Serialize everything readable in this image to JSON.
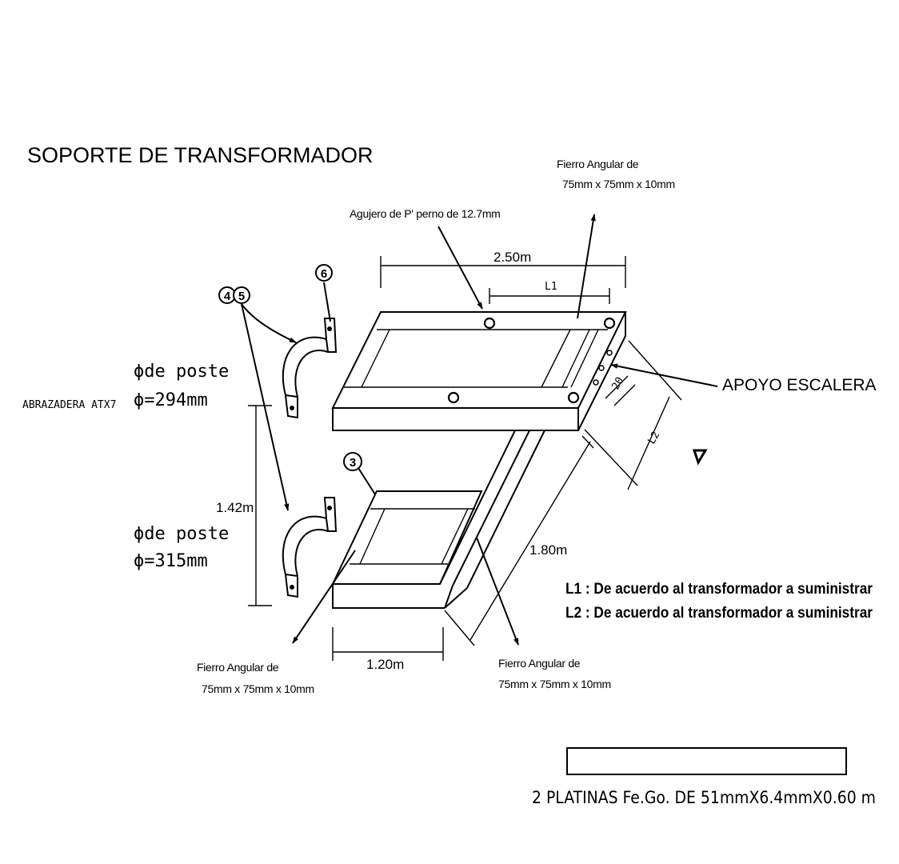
{
  "title": "SOPORTE DE TRANSFORMADOR",
  "labels": {
    "fierro_top_line1": "Fierro Angular de",
    "fierro_top_line2": "75mm x 75mm x 10mm",
    "agujero": "Agujero de P' perno de 12.7mm",
    "dim_250": "2.50m",
    "dim_l1": "L1",
    "dim_20": "20",
    "dim_l2": "L2",
    "apoyo": "APOYO ESCALERA",
    "abrazadera": "ABRAZADERA ATX7",
    "poste_top_line1": "ϕde poste",
    "poste_top_line2": "ϕ=294mm",
    "poste_bot_line1": "ϕde poste",
    "poste_bot_line2": "ϕ=315mm",
    "dim_142": "1.42m",
    "dim_180": "1.80m",
    "dim_120": "1.20m",
    "fierro_left_line1": "Fierro Angular de",
    "fierro_left_line2": "75mm x 75mm x 10mm",
    "fierro_right_line1": "Fierro Angular de",
    "fierro_right_line2": "75mm x 75mm x 10mm",
    "note_l1": "L1  :  De  acuerdo  al  transformador  a  suministrar",
    "note_l2": "L2  :  De  acuerdo  al  transformador  a  suministrar",
    "platinas": "2  PLATINAS  Fe.Go.  DE  51mmX6.4mmX0.60  m"
  },
  "callouts": {
    "c4": "4",
    "c5": "5",
    "c6": "6",
    "c3": "3"
  }
}
